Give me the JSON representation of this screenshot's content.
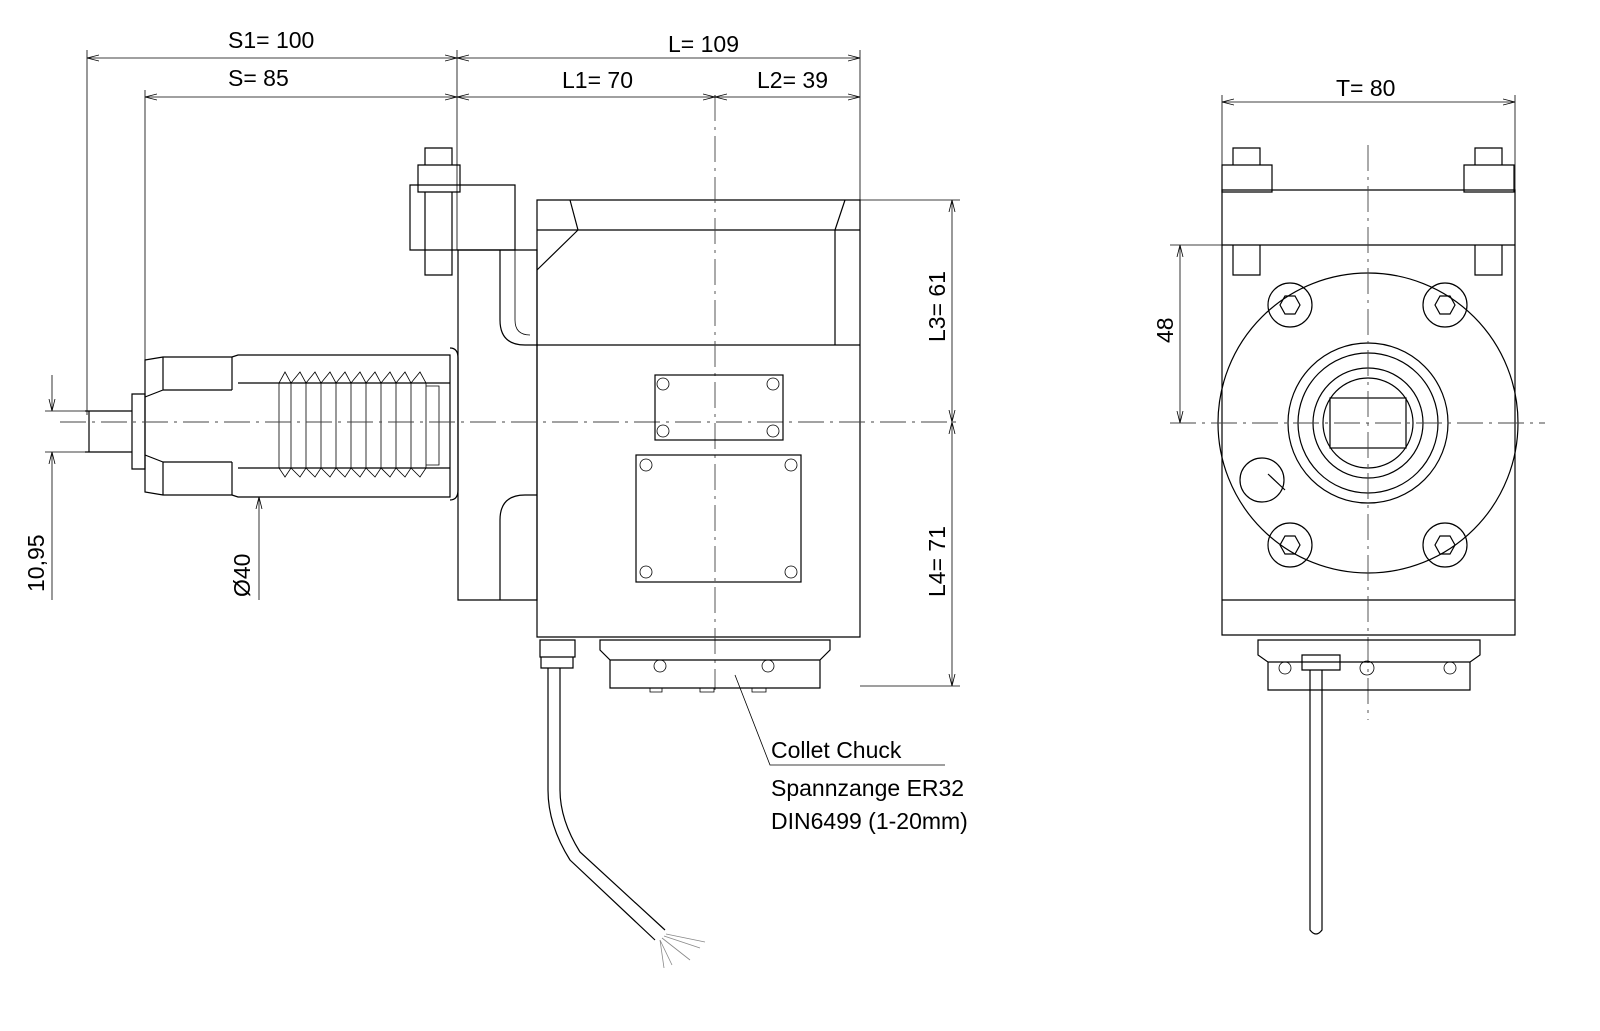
{
  "dimensions": {
    "s1": "S1= 100",
    "s": "S= 85",
    "l": "L= 109",
    "l1": "L1= 70",
    "l2": "L2= 39",
    "t": "T= 80",
    "l3": "L3= 61",
    "l4": "L4= 71",
    "h48": "48",
    "d1095": "10,95",
    "dia40": "Ø40"
  },
  "annotation": {
    "line1": "Collet Chuck",
    "line2": "Spannzange ER32",
    "line3": "DIN6499 (1-20mm)"
  }
}
